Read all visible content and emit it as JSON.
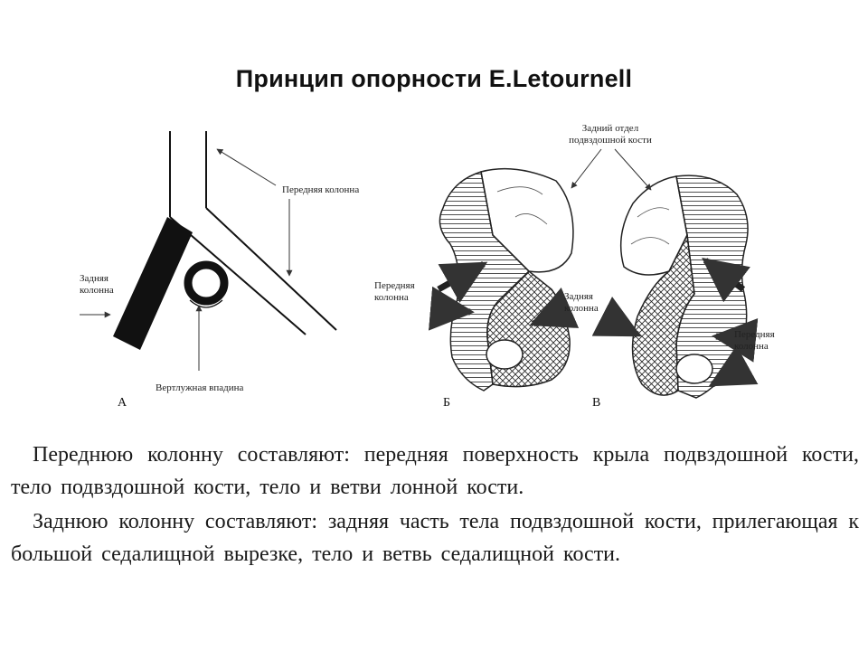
{
  "slide": {
    "title": "Принцип опорности E.Letournell"
  },
  "figure": {
    "panel_a": {
      "letter": "А",
      "label_anterior": "Передняя колонна",
      "label_posterior_line1": "Задняя",
      "label_posterior_line2": "колонна",
      "label_acetabulum": "Вертлужная впадина"
    },
    "panel_b": {
      "letter": "Б",
      "label_anterior_line1": "Передняя",
      "label_anterior_line2": "колонна",
      "label_posterior_line1": "Задняя",
      "label_posterior_line2": "колонна"
    },
    "panel_v": {
      "letter": "В",
      "label_anterior_line1": "Передняя",
      "label_anterior_line2": "колонна"
    },
    "label_ilium_line1": "Задний отдел",
    "label_ilium_line2": "подвздошной кости"
  },
  "text": {
    "paragraph1": "Переднюю колонну составляют: передняя поверхность крыла подвздошной кости, тело подвздошной кости, тело и ветви лонной кости.",
    "paragraph2": "Заднюю колонну  составляют: задняя часть тела подвздошной кости, прилегающая к большой седалищной вырезке, тело и ветвь седалищной кости."
  }
}
